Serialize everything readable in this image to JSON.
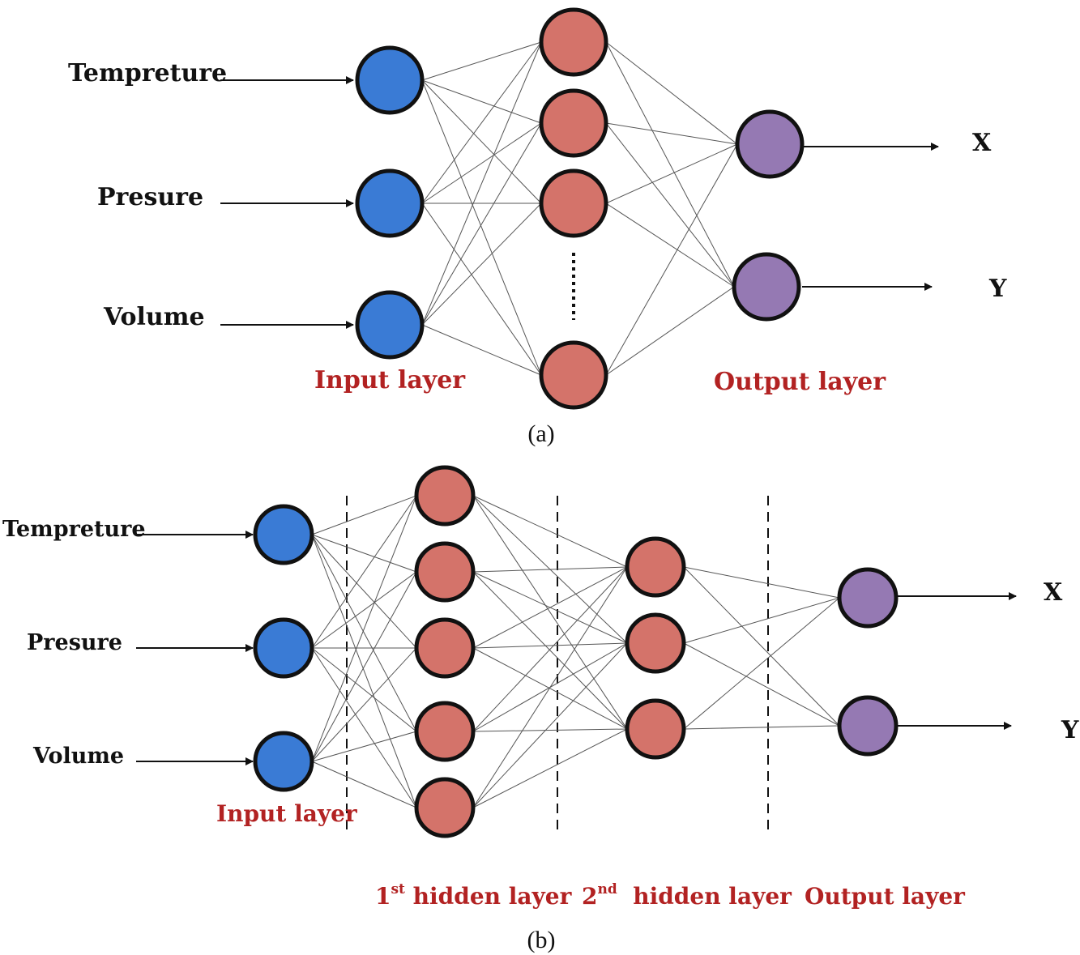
{
  "colors": {
    "input_node": "#3a7bd5",
    "hidden_node": "#d4736a",
    "output_node": "#9579b3",
    "node_outline": "#111111",
    "edge": "#555555",
    "layer_label": "#b22222",
    "text": "#111111"
  },
  "panel_a": {
    "inputs": [
      "Tempreture",
      "Presure",
      "Volume"
    ],
    "outputs": [
      "X",
      "Y"
    ],
    "input_layer_label": "Input layer",
    "output_layer_label": "Output layer",
    "caption": "(a)",
    "hidden_nodes_drawn": 4,
    "ellipsis_between_hidden_nodes": true
  },
  "panel_b": {
    "inputs": [
      "Tempreture",
      "Presure",
      "Volume"
    ],
    "outputs": [
      "X",
      "Y"
    ],
    "input_layer_label": "Input layer",
    "hidden1_label": {
      "num": "1",
      "sup": "st",
      "text": " hidden layer"
    },
    "hidden2_label": {
      "num": "2",
      "sup": "nd",
      "text": "  hidden layer"
    },
    "output_layer_label": "Output layer",
    "caption": "(b)",
    "hidden1_nodes": 5,
    "hidden2_nodes": 3
  }
}
